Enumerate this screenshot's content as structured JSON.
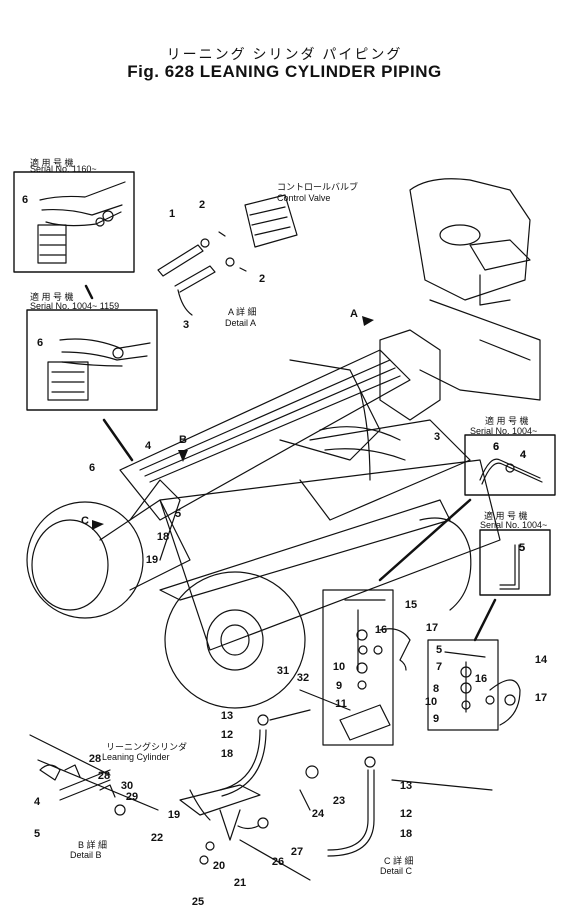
{
  "title": {
    "japanese": "リーニング シリンダ パイピング",
    "english": "Fig. 628 LEANING CYLINDER PIPING"
  },
  "insets": {
    "serial_1160": {
      "jp": "適 用 号 機",
      "en": "Serial No. 1160~"
    },
    "serial_1004_1159": {
      "jp": "適 用 号 機",
      "en": "Serial No. 1004~ 1159"
    },
    "serial_1004_a": {
      "jp": "適 用 号 機",
      "en": "Serial No. 1004~"
    },
    "serial_1004_b": {
      "jp": "適 用 号 機",
      "en": "Serial No. 1004~"
    }
  },
  "labels": {
    "control_valve_jp": "コントロールバルブ",
    "control_valve_en": "Control Valve",
    "detail_a_jp": "A 詳 細",
    "detail_a_en": "Detail A",
    "detail_b_jp": "B 詳 細",
    "detail_b_en": "Detail B",
    "detail_c_jp": "C 詳 細",
    "detail_c_en": "Detail C",
    "leaning_cyl_jp": "リーニングシリンダ",
    "leaning_cyl_en": "Leaning Cylinder",
    "view_a": "A",
    "view_b": "B",
    "view_c": "C"
  },
  "callouts": [
    "1",
    "2",
    "2",
    "3",
    "3",
    "6",
    "6",
    "4",
    "6",
    "5",
    "18",
    "19",
    "5",
    "6",
    "4",
    "15",
    "16",
    "17",
    "10",
    "9",
    "11",
    "31",
    "32",
    "13",
    "12",
    "18",
    "28",
    "28",
    "30",
    "29",
    "4",
    "5",
    "22",
    "19",
    "20",
    "21",
    "25",
    "26",
    "27",
    "23",
    "24",
    "13",
    "12",
    "18",
    "5",
    "7",
    "8",
    "16",
    "17",
    "14",
    "10",
    "9",
    "6",
    "4",
    "5"
  ]
}
